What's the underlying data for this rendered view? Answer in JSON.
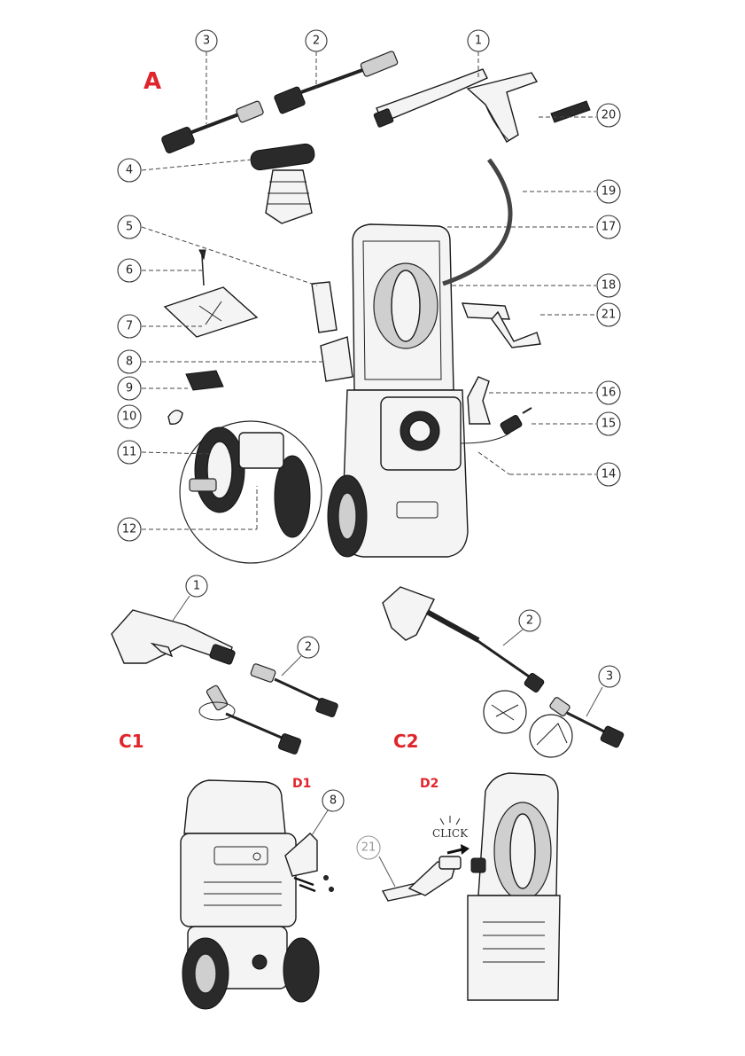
{
  "sections": {
    "a": "A",
    "c1": "C1",
    "c2": "C2",
    "d1": "D1",
    "d2": "D2"
  },
  "callouts": {
    "n1": "1",
    "n2": "2",
    "n3": "3",
    "n4": "4",
    "n5": "5",
    "n6": "6",
    "n7": "7",
    "n8": "8",
    "n9": "9",
    "n10": "10",
    "n11": "11",
    "n12": "12",
    "n14": "14",
    "n15": "15",
    "n16": "16",
    "n17": "17",
    "n18": "18",
    "n19": "19",
    "n20": "20",
    "n21": "21",
    "c1_1": "1",
    "c1_2": "2",
    "c2_2": "2",
    "c2_3": "3",
    "d1_8": "8",
    "d2_21": "21"
  },
  "click_text": "CLICK",
  "colors": {
    "section_label": "#e0242b",
    "line": "#222222"
  }
}
